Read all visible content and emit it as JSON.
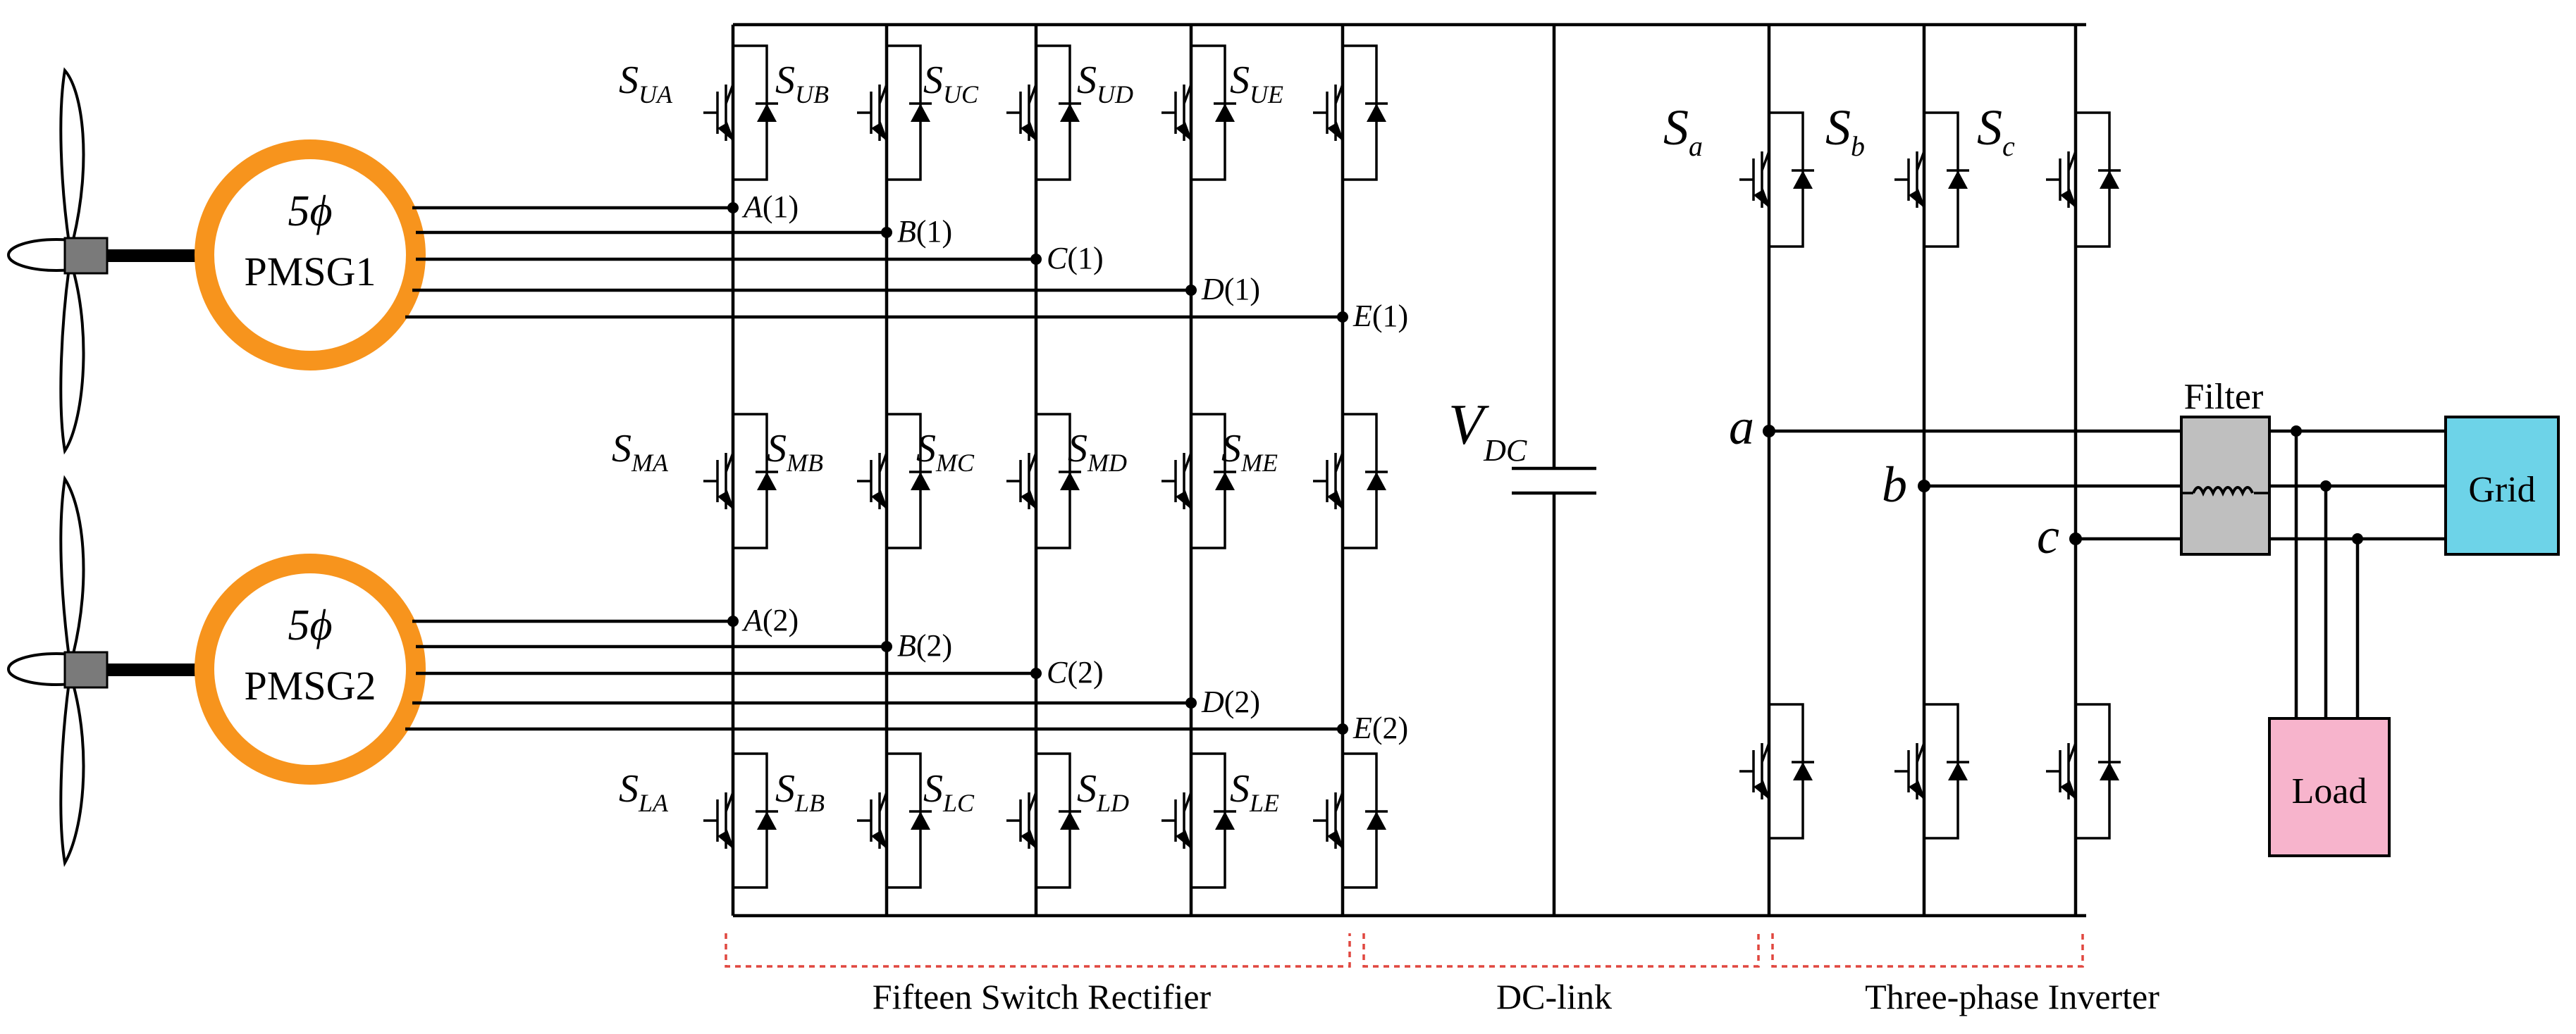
{
  "generators": [
    {
      "phase_symbol": "5ϕ",
      "name": "PMSG1"
    },
    {
      "phase_symbol": "5ϕ",
      "name": "PMSG2"
    }
  ],
  "rectifier": {
    "upper_switches": [
      {
        "sym": "S",
        "sub": "UA"
      },
      {
        "sym": "S",
        "sub": "UB"
      },
      {
        "sym": "S",
        "sub": "UC"
      },
      {
        "sym": "S",
        "sub": "UD"
      },
      {
        "sym": "S",
        "sub": "UE"
      }
    ],
    "middle_switches": [
      {
        "sym": "S",
        "sub": "MA"
      },
      {
        "sym": "S",
        "sub": "MB"
      },
      {
        "sym": "S",
        "sub": "MC"
      },
      {
        "sym": "S",
        "sub": "MD"
      },
      {
        "sym": "S",
        "sub": "ME"
      }
    ],
    "lower_switches": [
      {
        "sym": "S",
        "sub": "LA"
      },
      {
        "sym": "S",
        "sub": "LB"
      },
      {
        "sym": "S",
        "sub": "LC"
      },
      {
        "sym": "S",
        "sub": "LD"
      },
      {
        "sym": "S",
        "sub": "LE"
      }
    ],
    "nodes_gen1": [
      {
        "letter": "A",
        "idx": "(1)"
      },
      {
        "letter": "B",
        "idx": "(1)"
      },
      {
        "letter": "C",
        "idx": "(1)"
      },
      {
        "letter": "D",
        "idx": "(1)"
      },
      {
        "letter": "E",
        "idx": "(1)"
      }
    ],
    "nodes_gen2": [
      {
        "letter": "A",
        "idx": "(2)"
      },
      {
        "letter": "B",
        "idx": "(2)"
      },
      {
        "letter": "C",
        "idx": "(2)"
      },
      {
        "letter": "D",
        "idx": "(2)"
      },
      {
        "letter": "E",
        "idx": "(2)"
      }
    ]
  },
  "dc_link": {
    "sym": "V",
    "sub": "DC"
  },
  "inverter": {
    "switches": [
      {
        "sym": "S",
        "sub": "a"
      },
      {
        "sym": "S",
        "sub": "b"
      },
      {
        "sym": "S",
        "sub": "c"
      }
    ],
    "phases": [
      "a",
      "b",
      "c"
    ]
  },
  "filter_label": "Filter",
  "grid_label": "Grid",
  "load_label": "Load",
  "captions": {
    "rectifier": "Fifteen Switch Rectifier",
    "dc_link": "DC-link",
    "inverter": "Three-phase Inverter"
  },
  "colors": {
    "stator_ring": "#f7941d",
    "grid_box": "#6dd3e8",
    "load_box": "#f7b4cc",
    "filter_box": "#bfbfbf",
    "bracket": "#e0473f"
  }
}
